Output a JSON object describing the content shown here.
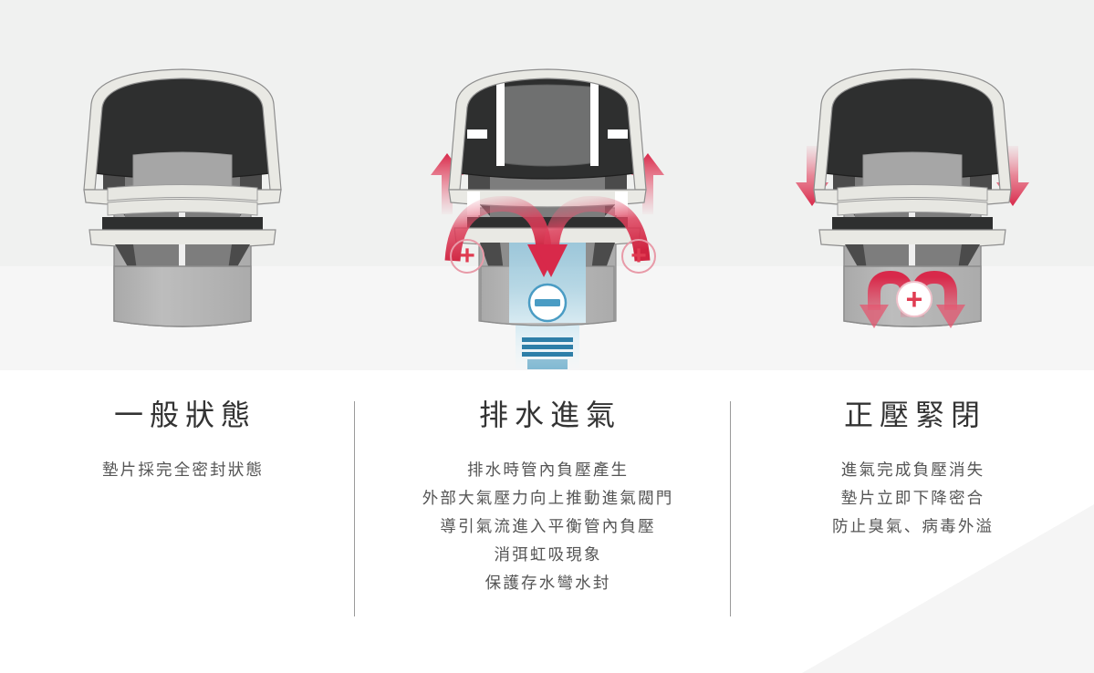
{
  "figure": {
    "kind": "three-panel-cutaway-diagram",
    "subject": "drainage air-admittance valve operation states",
    "background_colors": {
      "top_band": "#f0f1f0",
      "middle_band": "#f6f6f6",
      "bottom_band": "#ffffff",
      "corner_wedge": "#f5f5f5"
    },
    "accent_colors": {
      "red": "#e03c52",
      "red_deep": "#cf2440",
      "blue": "#4a9cc4",
      "blue_deep": "#2e7fa8",
      "body_dark": "#2e2f2f",
      "body_light": "#e7e7e2",
      "pipe_gray": "#b4b4b4",
      "divider": "#9a9a9a"
    }
  },
  "panels": [
    {
      "id": "normal-state",
      "title": "一般狀態",
      "lines": [
        "墊片採完全密封狀態"
      ],
      "indicators": []
    },
    {
      "id": "drain-air-intake",
      "title": "排水進氣",
      "lines": [
        "排水時管內負壓產生",
        "外部大氣壓力向上推動進氣閥門",
        "導引氣流進入平衡管內負壓",
        "消弭虹吸現象",
        "保護存水彎水封"
      ],
      "indicators": [
        {
          "name": "plus-badge-left",
          "symbol": "+",
          "meaning": "外部大氣正壓"
        },
        {
          "name": "plus-badge-right",
          "symbol": "+",
          "meaning": "外部大氣正壓"
        },
        {
          "name": "minus-badge-center",
          "symbol": "−",
          "meaning": "管內負壓"
        }
      ]
    },
    {
      "id": "positive-pressure-seal",
      "title": "正壓緊閉",
      "lines": [
        "進氣完成負壓消失",
        "墊片立即下降密合",
        "防止臭氣、病毒外溢"
      ],
      "indicators": [
        {
          "name": "plus-badge-center",
          "symbol": "+",
          "meaning": "管內正壓"
        }
      ]
    }
  ]
}
